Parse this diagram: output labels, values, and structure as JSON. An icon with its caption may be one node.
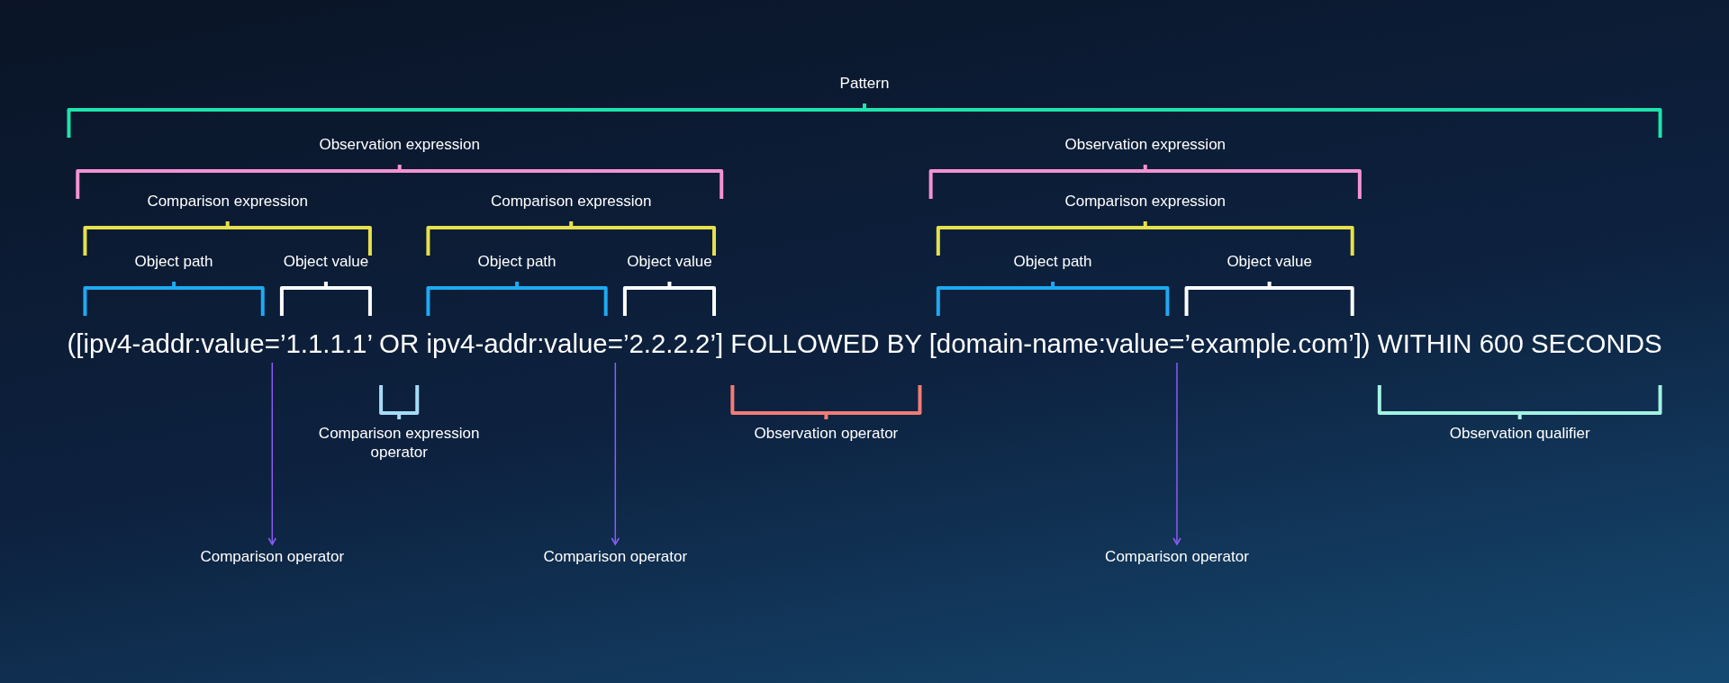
{
  "diagram": {
    "nodes": [
      {
        "text": [
          "([ipv4-addr:value=’1.1.1.1’ OR ipv4-addr:value=’2.2.2.2’] FOLLOWED BY [domain-name:value=’example.com’]) WITHIN 600 SECONDS"
        ]
      },
      {
        "text": [
          "Comparison operator"
        ]
      },
      {
        "text": [
          "Comparison operator"
        ]
      },
      {
        "text": [
          "Comparison operator"
        ]
      }
    ],
    "edges": [
      {
        "from": 0,
        "to": 1,
        "arrow": "to"
      },
      {
        "from": 0,
        "to": 2,
        "arrow": "to"
      },
      {
        "from": 0,
        "to": 3,
        "arrow": "to"
      }
    ],
    "labels": [
      "Pattern",
      "Observation expression",
      "Observation expression",
      "Comparison expression",
      "Comparison expression",
      "Comparison expression",
      "Object path",
      "Object value",
      "Object path",
      "Object value",
      "Object path",
      "Object value",
      "Comparison expression operator",
      "Observation operator",
      "Observation qualifier"
    ]
  }
}
